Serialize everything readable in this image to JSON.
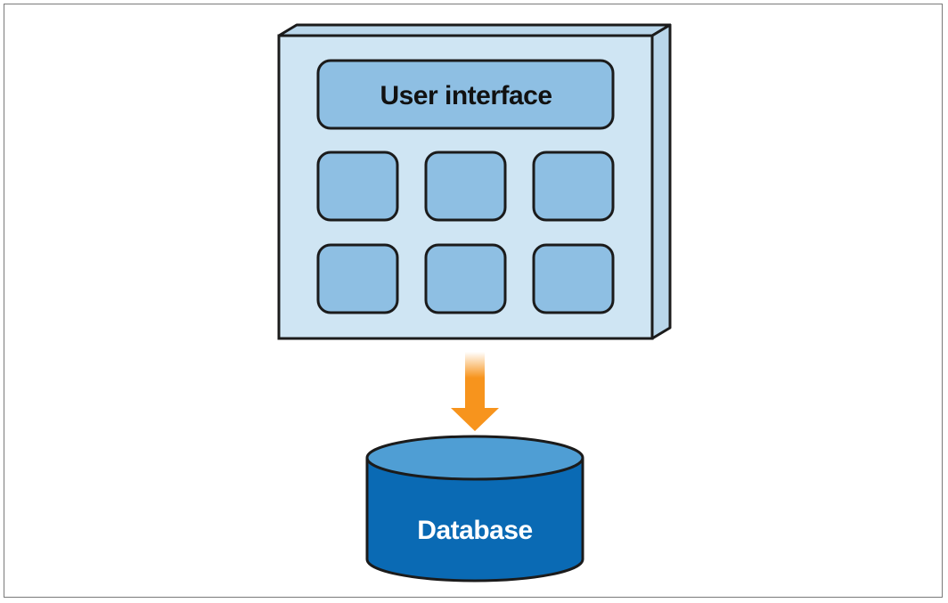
{
  "diagram": {
    "ui_label": "User interface",
    "db_label": "Database",
    "module_count": 6
  },
  "colors": {
    "panel_face": "#cfe5f3",
    "panel_side": "#b9d6ea",
    "module_fill": "#8ebfe3",
    "outline": "#1b1b1b",
    "arrow": "#f7941d",
    "db_body": "#0a6ab4",
    "db_top": "#4f9ed4",
    "db_text": "#ffffff"
  }
}
